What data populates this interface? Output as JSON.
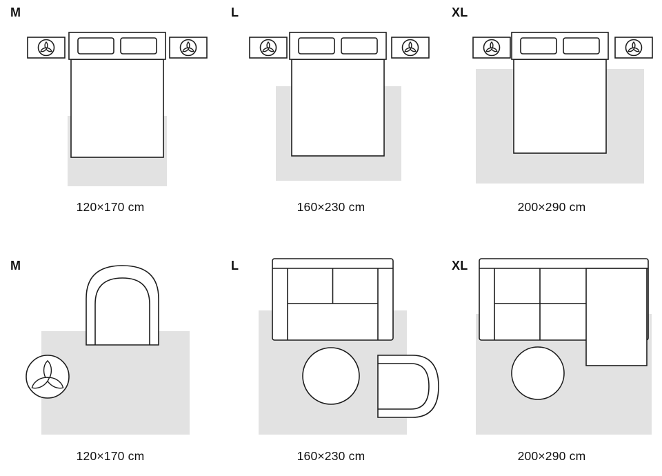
{
  "panels": [
    {
      "size": "M",
      "dimensions": "120×170 cm",
      "scene": "bedroom"
    },
    {
      "size": "L",
      "dimensions": "160×230 cm",
      "scene": "bedroom"
    },
    {
      "size": "XL",
      "dimensions": "200×290 cm",
      "scene": "bedroom"
    },
    {
      "size": "M",
      "dimensions": "120×170 cm",
      "scene": "living-room"
    },
    {
      "size": "L",
      "dimensions": "160×230 cm",
      "scene": "living-room"
    },
    {
      "size": "XL",
      "dimensions": "200×290 cm",
      "scene": "living-room"
    }
  ],
  "colors": {
    "rug": "#e2e2e2",
    "outline": "#1d1d1d",
    "text": "#111111",
    "background": "#ffffff"
  }
}
